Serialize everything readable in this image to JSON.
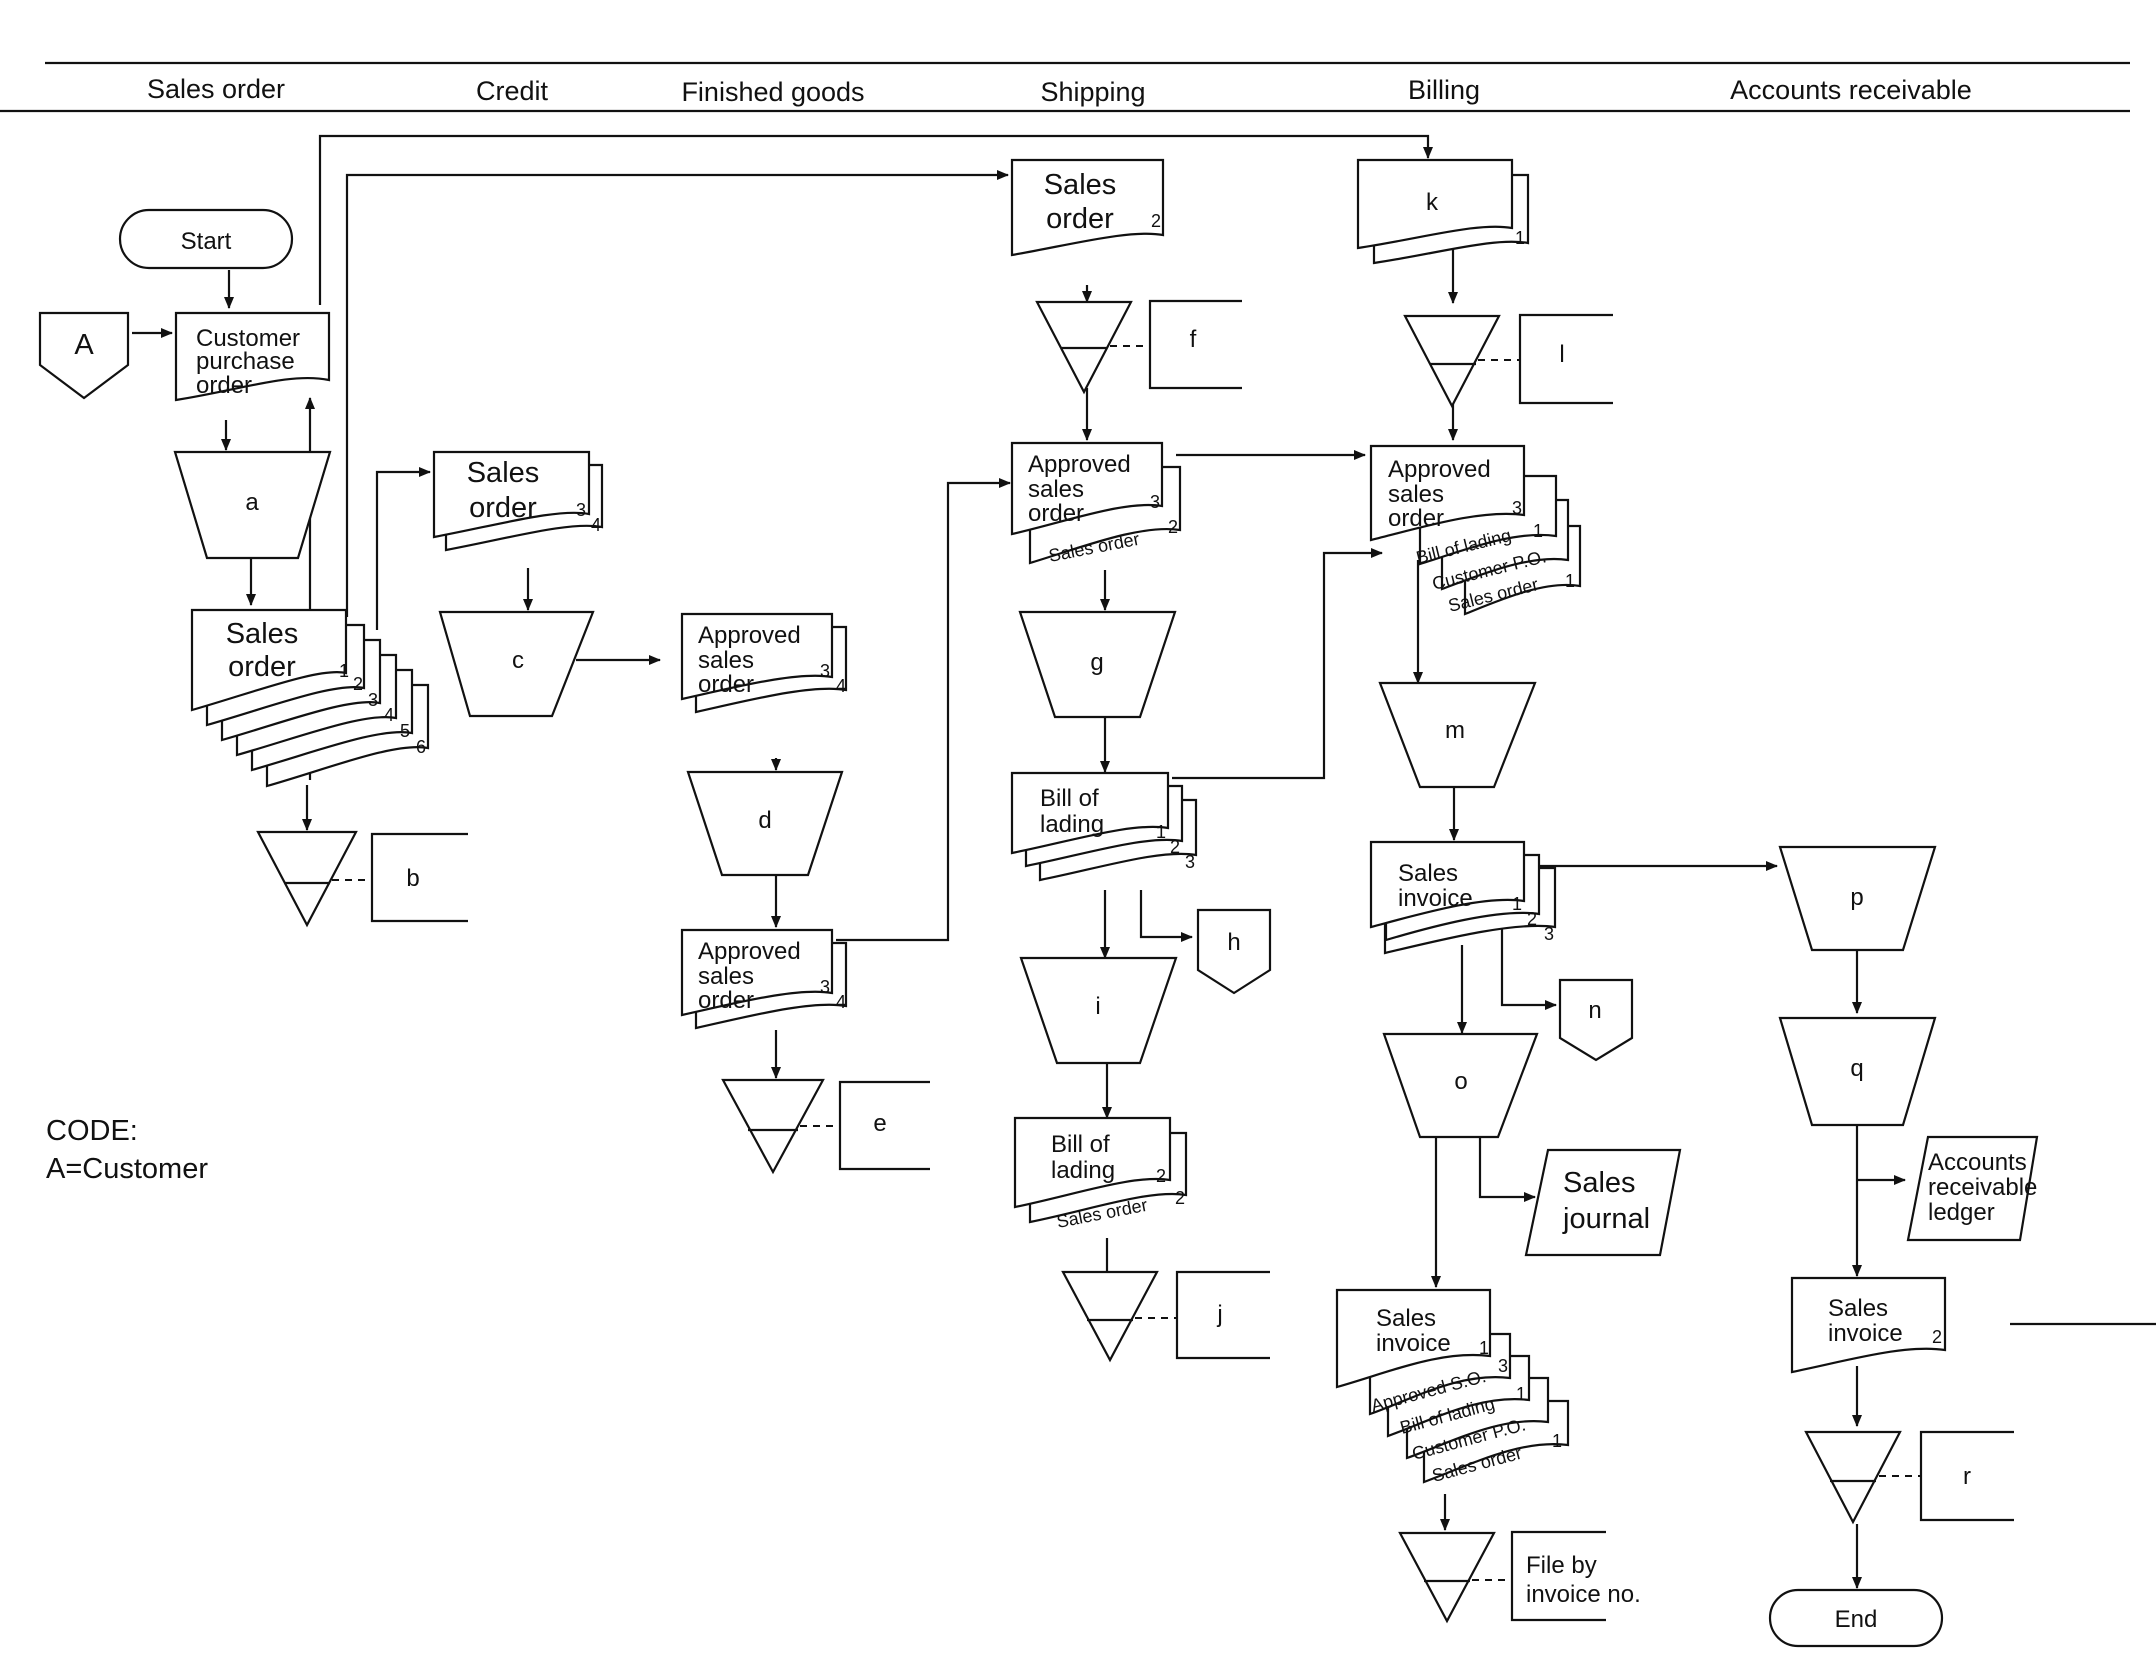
{
  "lanes": [
    "Sales order",
    "Credit",
    "Finished goods",
    "Shipping",
    "Billing",
    "Accounts receivable"
  ],
  "code": {
    "line1": "CODE:",
    "line2": "A=Customer"
  },
  "terminals": {
    "start": "Start",
    "end": "End"
  },
  "connector_a": "A",
  "letters": {
    "a": "a",
    "b": "b",
    "c": "c",
    "d": "d",
    "e": "e",
    "f": "f",
    "g": "g",
    "h": "h",
    "i": "i",
    "j": "j",
    "k": "k",
    "l": "l",
    "m": "m",
    "n": "n",
    "o": "o",
    "p": "p",
    "q": "q",
    "r": "r"
  },
  "documents": {
    "customer_po": [
      "Customer",
      "purchase",
      "order"
    ],
    "sales_order": [
      "Sales",
      "order"
    ],
    "approved_sales_order": [
      "Approved",
      "sales",
      "order"
    ],
    "bill_of_lading": [
      "Bill of",
      "lading"
    ],
    "sales_invoice": [
      "Sales",
      "invoice"
    ],
    "sales_order_tab": "Sales order",
    "bill_of_lading_tab": "Bill of lading",
    "customer_po_tab": "Customer P.O.",
    "approved_so_tab": "Approved S.O."
  },
  "copy_numbers": [
    "1",
    "2",
    "3",
    "4",
    "5",
    "6"
  ],
  "ledgers": {
    "sales_journal": [
      "Sales",
      "journal"
    ],
    "ar_ledger": [
      "Accounts",
      "receivable",
      "ledger"
    ]
  },
  "file_note": [
    "File by",
    "invoice no."
  ]
}
